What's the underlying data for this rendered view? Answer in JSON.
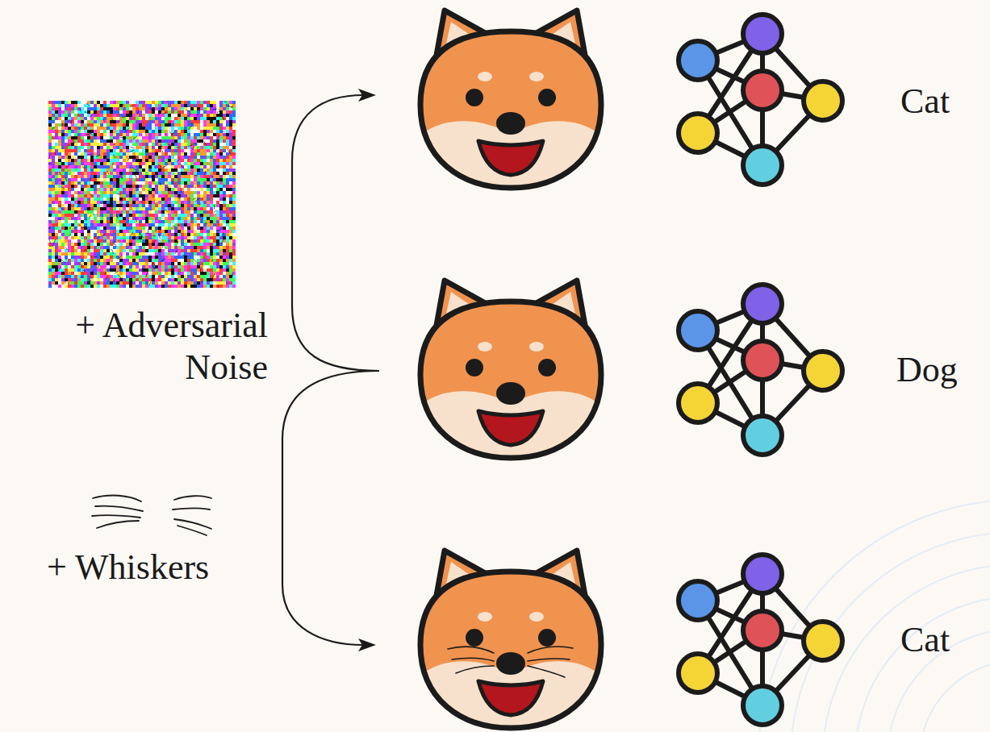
{
  "diagram": {
    "labels": [
      "+ Adversarial Noise",
      "+ Whiskers",
      "Cat",
      "Dog",
      "Cat"
    ]
  }
}
